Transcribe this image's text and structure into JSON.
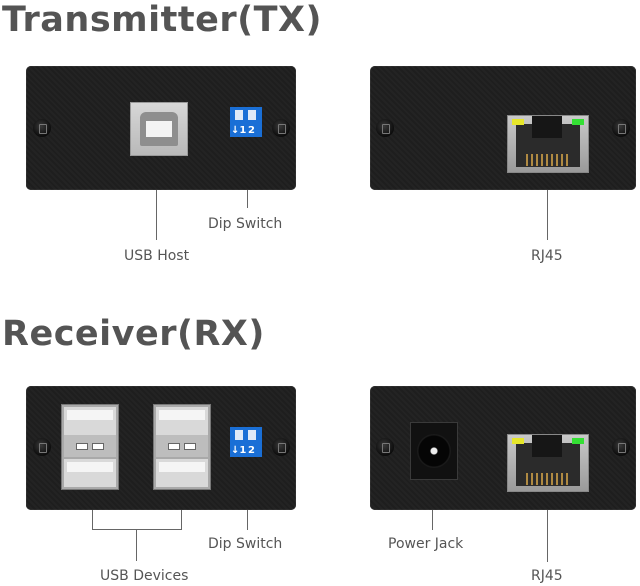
{
  "sections": {
    "transmitter": {
      "title": "Transmitter(TX)",
      "left_panel": {
        "labels": {
          "usb_host": "USB Host",
          "dip_switch": "Dip Switch"
        }
      },
      "right_panel": {
        "labels": {
          "rj45": "RJ45"
        }
      }
    },
    "receiver": {
      "title": "Receiver(RX)",
      "left_panel": {
        "labels": {
          "usb_devices": "USB Devices",
          "dip_switch": "Dip Switch"
        }
      },
      "right_panel": {
        "labels": {
          "power_jack": "Power Jack",
          "rj45": "RJ45"
        }
      }
    }
  },
  "dip_switch": {
    "switch_labels": [
      "1",
      "2"
    ],
    "arrow": "↓"
  },
  "colors": {
    "panel": "#1f1f1f",
    "dip_blue": "#1a6fd6",
    "led_yellow": "#e6e62a",
    "led_green": "#34e034",
    "text": "#555555"
  }
}
